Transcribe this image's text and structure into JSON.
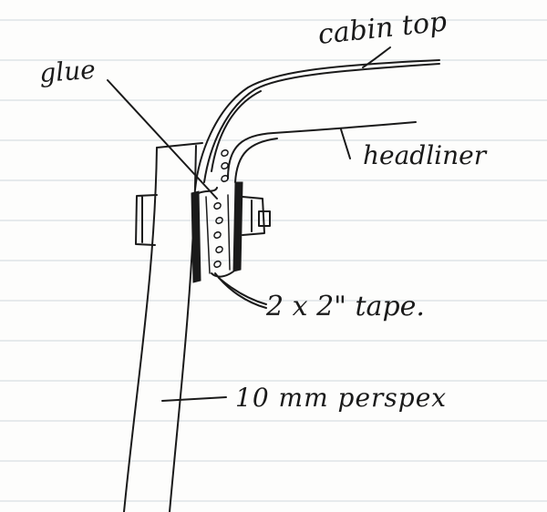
{
  "diagram": {
    "labels": {
      "glue": "glue",
      "cabin_top": "cabin top",
      "headliner": "headliner",
      "tape": "2 x 2\" tape.",
      "perspex": "10 mm perspex"
    },
    "colors": {
      "ink": "#1a1a1a",
      "paper": "#fdfdfc",
      "ruled_line": "#cfd6dc"
    }
  }
}
